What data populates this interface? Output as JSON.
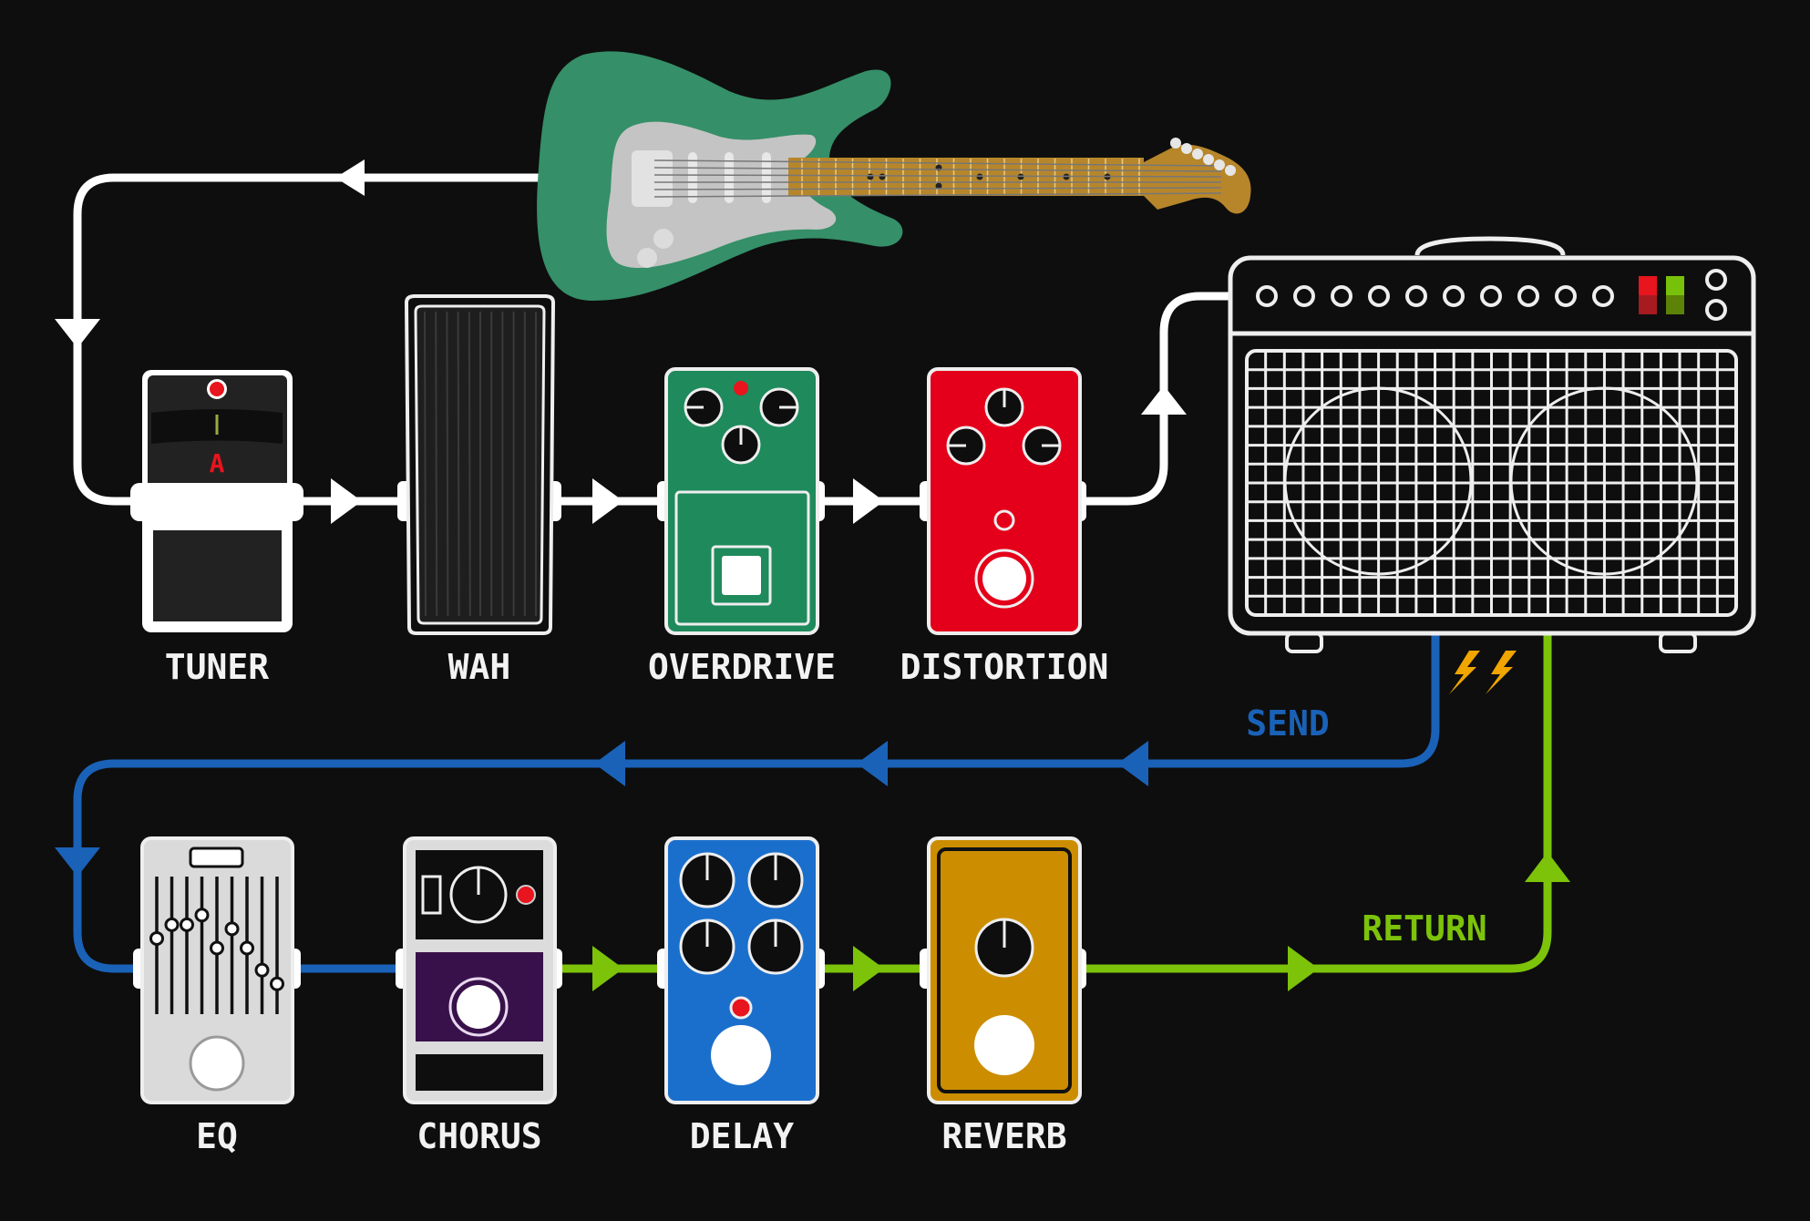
{
  "title": "Guitar signal chain with amp effects loop",
  "colors": {
    "background": "#0e0e0e",
    "cable_main": "#ffffff",
    "cable_send": "#1a62b8",
    "cable_return": "#7cc30a",
    "power_bolt": "#f0a500"
  },
  "guitar": {
    "label": "guitar",
    "body_color": "#358f68",
    "pickguard_color": "#c4c4c4",
    "neck_color": "#b7862a"
  },
  "amp": {
    "label": "amp",
    "knob_count": 10,
    "indicator_colors": [
      "#e8141e",
      "#78c10a"
    ],
    "grille_columns": 26,
    "grille_rows": 14,
    "speaker_count": 2
  },
  "front_chain": [
    {
      "name": "tuner",
      "label": "TUNER",
      "color": "#222222",
      "display_note": "A"
    },
    {
      "name": "wah",
      "label": "WAH",
      "color": "#1a1a1a"
    },
    {
      "name": "overdrive",
      "label": "OVERDRIVE",
      "color": "#1f8a5c"
    },
    {
      "name": "distortion",
      "label": "DISTORTION",
      "color": "#e4001a"
    }
  ],
  "loop_chain": [
    {
      "name": "eq",
      "label": "EQ",
      "color": "#dadada",
      "slider_levels": [
        0.55,
        0.65,
        0.65,
        0.72,
        0.48,
        0.62,
        0.48,
        0.32,
        0.22
      ]
    },
    {
      "name": "chorus",
      "label": "CHORUS",
      "color": "#dcdcdc",
      "panel_color": "#38114a"
    },
    {
      "name": "delay",
      "label": "DELAY",
      "color": "#1b6fcc"
    },
    {
      "name": "reverb",
      "label": "REVERB",
      "color": "#cc8e00"
    }
  ],
  "loop_labels": {
    "send": "SEND",
    "return": "RETURN"
  }
}
